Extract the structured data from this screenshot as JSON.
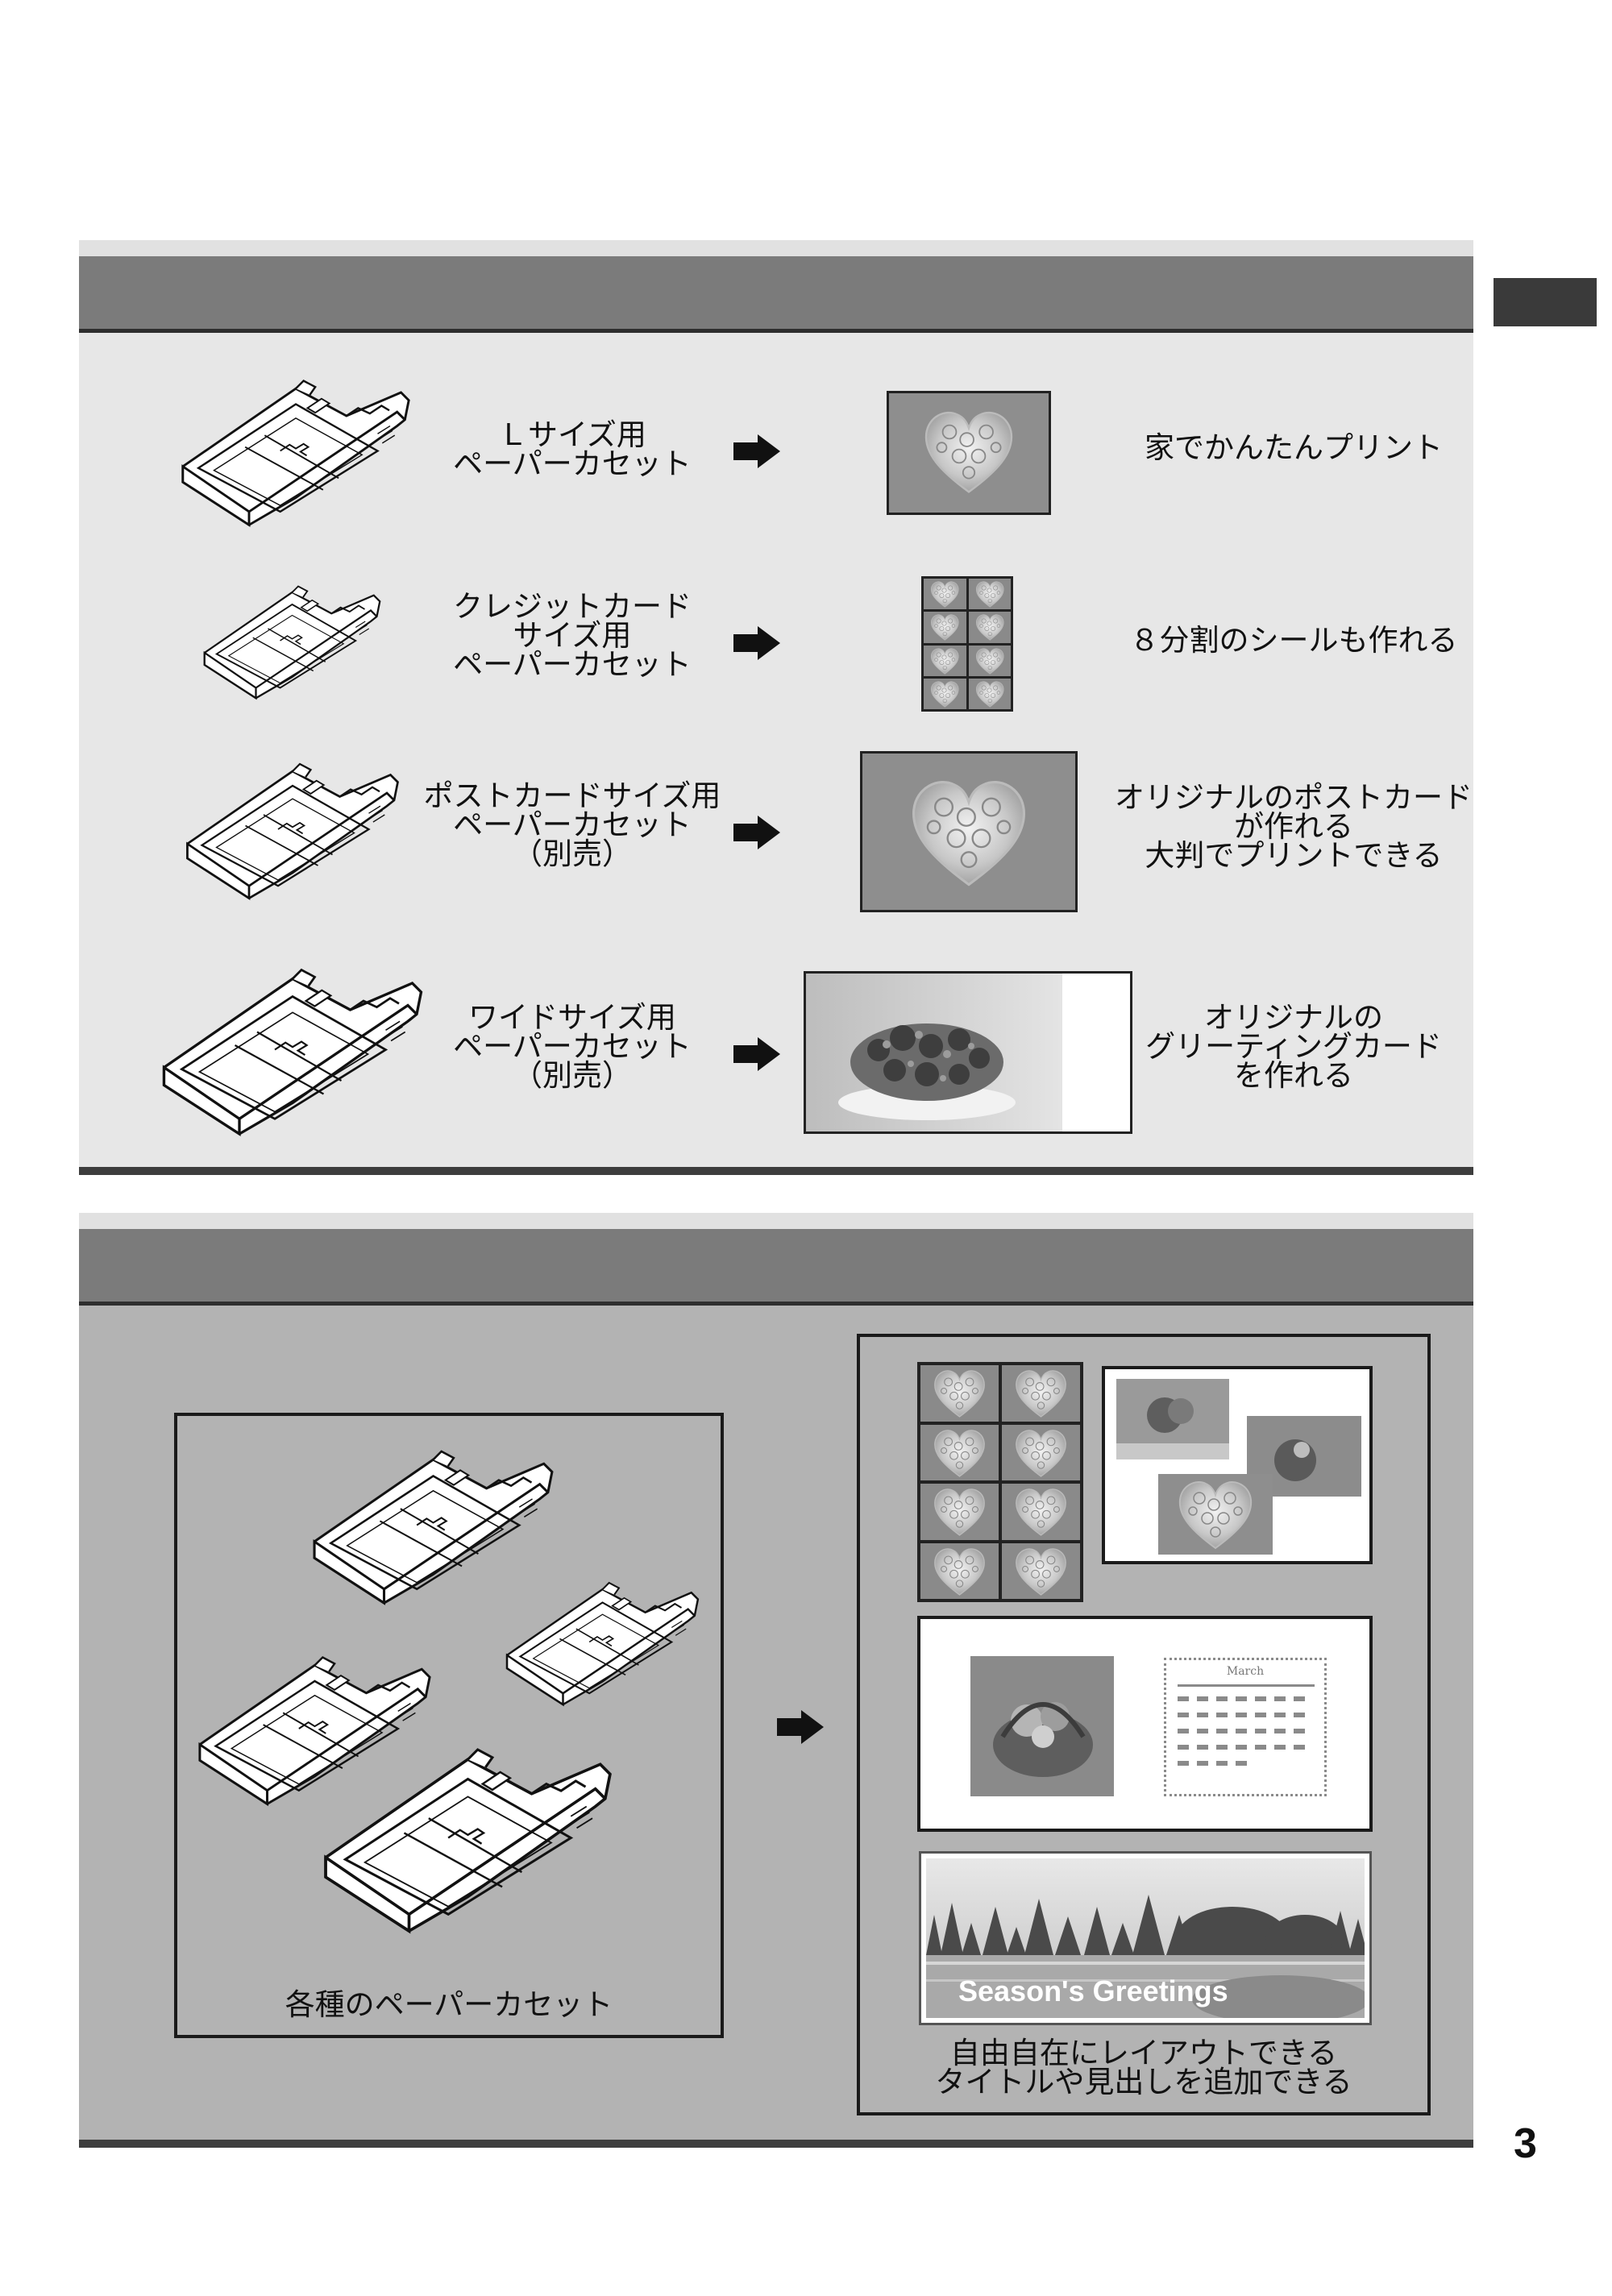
{
  "page_number": "3",
  "section1": {
    "rows": [
      {
        "cassette": "Ｌサイズ用\nペーパーカセット",
        "result": "家でかんたんプリント"
      },
      {
        "cassette": "クレジットカード\nサイズ用\nペーパーカセット",
        "result": "８分割のシールも作れる"
      },
      {
        "cassette": "ポストカードサイズ用\nペーパーカセット\n（別売）",
        "result": "オリジナルのポストカード\nが作れる\n大判でプリントできる"
      },
      {
        "cassette": "ワイドサイズ用\nペーパーカセット\n（別売）",
        "result": "オリジナルの\nグリーティングカード\nを作れる"
      }
    ]
  },
  "section2": {
    "left_caption": "各種のペーパーカセット",
    "right_caption": "自由自在にレイアウトできる\nタイトルや見出しを追加できる",
    "banner_text": "Season's Greetings",
    "calendar_month": "March"
  },
  "colors": {
    "header_bar": "#7b7b7b",
    "panel1_bg": "#e7e7e7",
    "panel2_bg": "#b3b3b3",
    "side_tab": "#3a3a3a"
  }
}
